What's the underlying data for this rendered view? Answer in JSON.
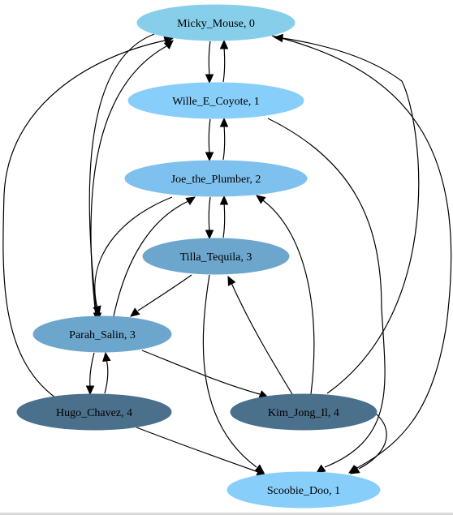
{
  "graph": {
    "nodes": [
      {
        "id": "micky",
        "label": "Micky_Mouse, 0",
        "color": "#87CEEB"
      },
      {
        "id": "wille",
        "label": "Wille_E_Coyote, 1",
        "color": "#87CEFA"
      },
      {
        "id": "joe",
        "label": "Joe_the_Plumber, 2",
        "color": "#7EC0EE"
      },
      {
        "id": "tilla",
        "label": "Tilla_Tequila, 3",
        "color": "#6CA6CD"
      },
      {
        "id": "parah",
        "label": "Parah_Salin, 3",
        "color": "#6CA6CD"
      },
      {
        "id": "hugo",
        "label": "Hugo_Chavez, 4",
        "color": "#4A708B"
      },
      {
        "id": "kim",
        "label": "Kim_Jong_Il, 4",
        "color": "#4A708B"
      },
      {
        "id": "scoobie",
        "label": "Scoobie_Doo, 1",
        "color": "#87CEFA"
      }
    ],
    "edges": [
      {
        "from": "micky",
        "to": "wille"
      },
      {
        "from": "wille",
        "to": "micky"
      },
      {
        "from": "wille",
        "to": "joe"
      },
      {
        "from": "joe",
        "to": "wille"
      },
      {
        "from": "joe",
        "to": "tilla"
      },
      {
        "from": "tilla",
        "to": "joe"
      },
      {
        "from": "tilla",
        "to": "parah"
      },
      {
        "from": "tilla",
        "to": "scoobie"
      },
      {
        "from": "joe",
        "to": "parah"
      },
      {
        "from": "parah",
        "to": "joe"
      },
      {
        "from": "parah",
        "to": "micky"
      },
      {
        "from": "micky",
        "to": "parah"
      },
      {
        "from": "parah",
        "to": "hugo"
      },
      {
        "from": "hugo",
        "to": "parah"
      },
      {
        "from": "parah",
        "to": "kim"
      },
      {
        "from": "hugo",
        "to": "micky"
      },
      {
        "from": "hugo",
        "to": "scoobie"
      },
      {
        "from": "kim",
        "to": "tilla"
      },
      {
        "from": "kim",
        "to": "joe"
      },
      {
        "from": "kim",
        "to": "micky"
      },
      {
        "from": "kim",
        "to": "scoobie"
      },
      {
        "from": "micky",
        "to": "scoobie"
      },
      {
        "from": "wille",
        "to": "scoobie"
      }
    ]
  }
}
